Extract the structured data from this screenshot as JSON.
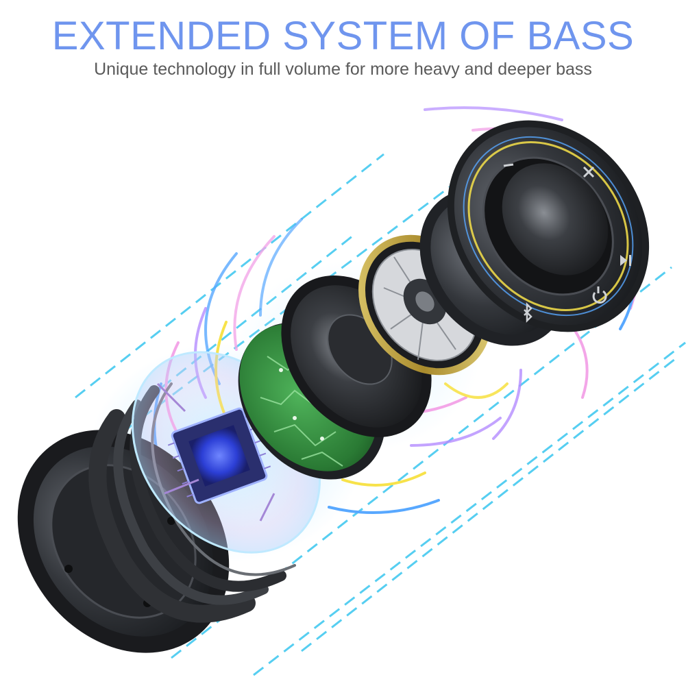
{
  "header": {
    "title": "EXTENDED SYSTEM OF BASS",
    "subtitle": "Unique technology in full volume for more heavy and deeper bass"
  },
  "colors": {
    "title": "#6f95ee",
    "subtitle": "#5a5a5a",
    "casing": "#2b2d31",
    "casing_light": "#55585e",
    "pcb": "#2f8a3c",
    "chip_glow": "#3a52ff",
    "gold_ring": "#c9b04a",
    "beam": "#39c6ef",
    "arc_yellow": "#f7e24a",
    "arc_blue": "#58a8ff",
    "arc_pink": "#f3a6e8",
    "arc_purple": "#b48cff"
  },
  "illustration": {
    "components": [
      "bottom-casing",
      "ribbed-housing",
      "chip-board",
      "green-pcb",
      "woofer-cone",
      "tweeter-driver",
      "passive-radiator",
      "top-control-panel"
    ],
    "panel_icons": [
      "minus-icon",
      "plus-icon",
      "play-pause-icon",
      "power-icon",
      "bluetooth-icon"
    ]
  }
}
